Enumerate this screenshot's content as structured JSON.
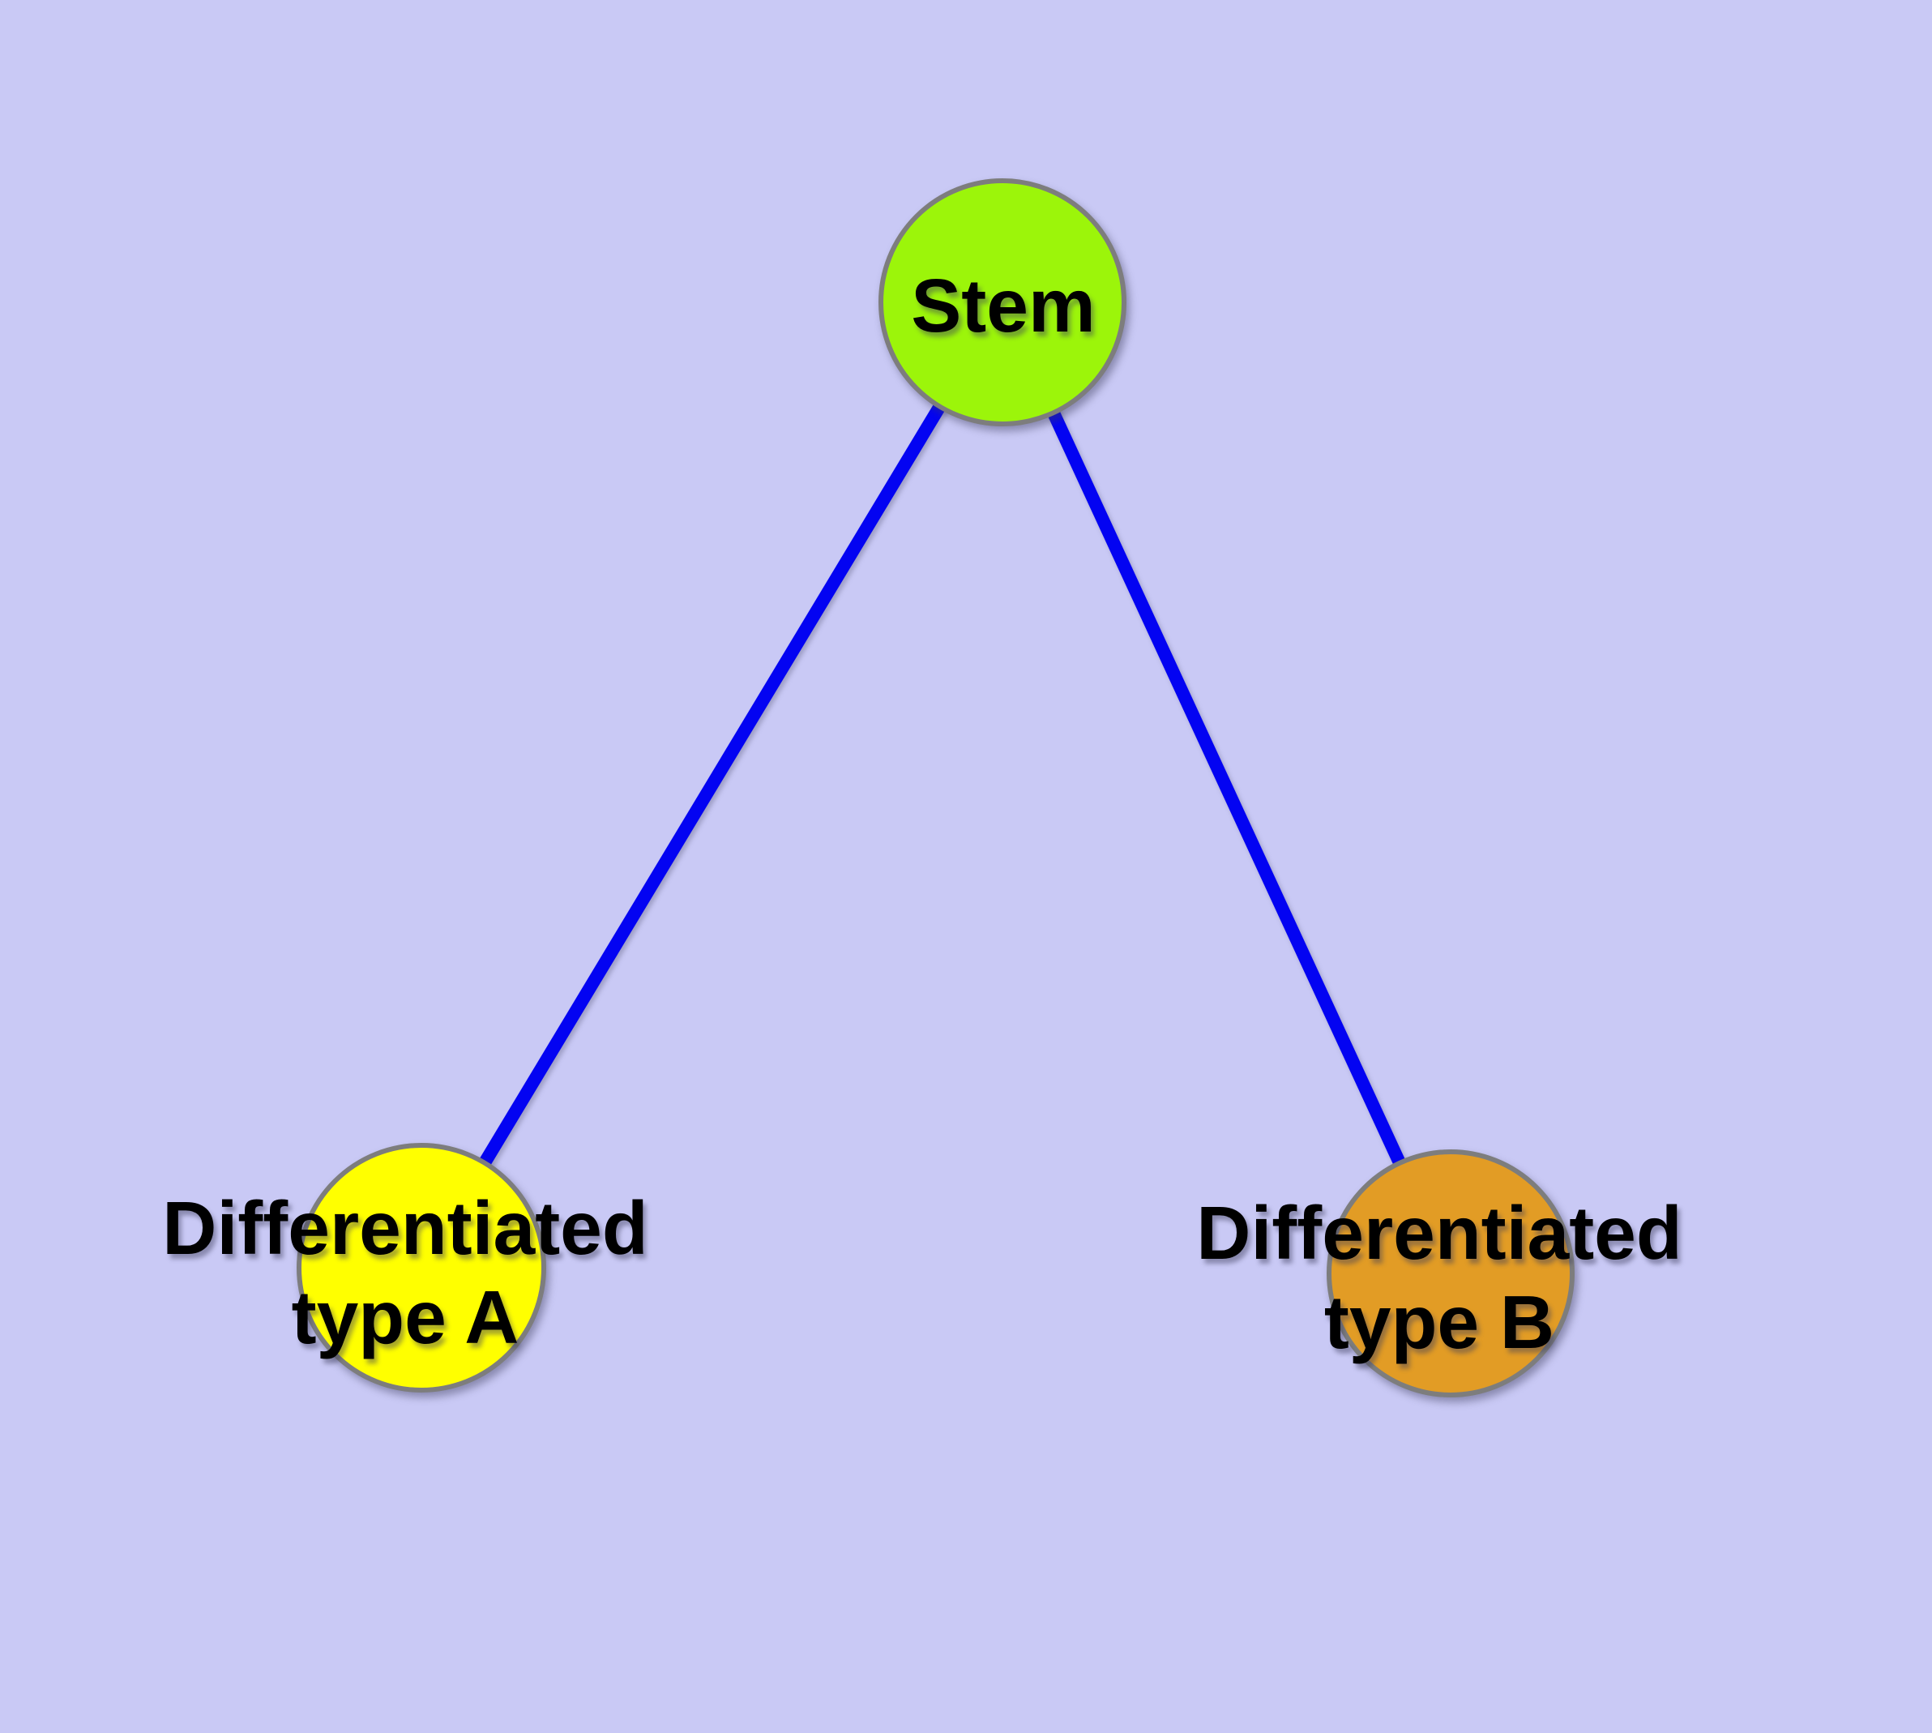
{
  "canvas": {
    "background": "#C9C9F5"
  },
  "diagram": {
    "edge_color": "#0303F2",
    "node_border_color": "#7D7D7D",
    "label_color": "#000000",
    "nodes": {
      "stem": {
        "label": "Stem",
        "fill": "#9CF50A"
      },
      "type_a": {
        "label_line1": "Differentiated",
        "label_line2": "type A",
        "fill": "#FFFF00"
      },
      "type_b": {
        "label_line1": "Differentiated",
        "label_line2": "type B",
        "fill": "#E29C25"
      }
    },
    "edges": [
      {
        "from": "Stem",
        "to": "Differentiated type A"
      },
      {
        "from": "Stem",
        "to": "Differentiated type B"
      }
    ]
  }
}
